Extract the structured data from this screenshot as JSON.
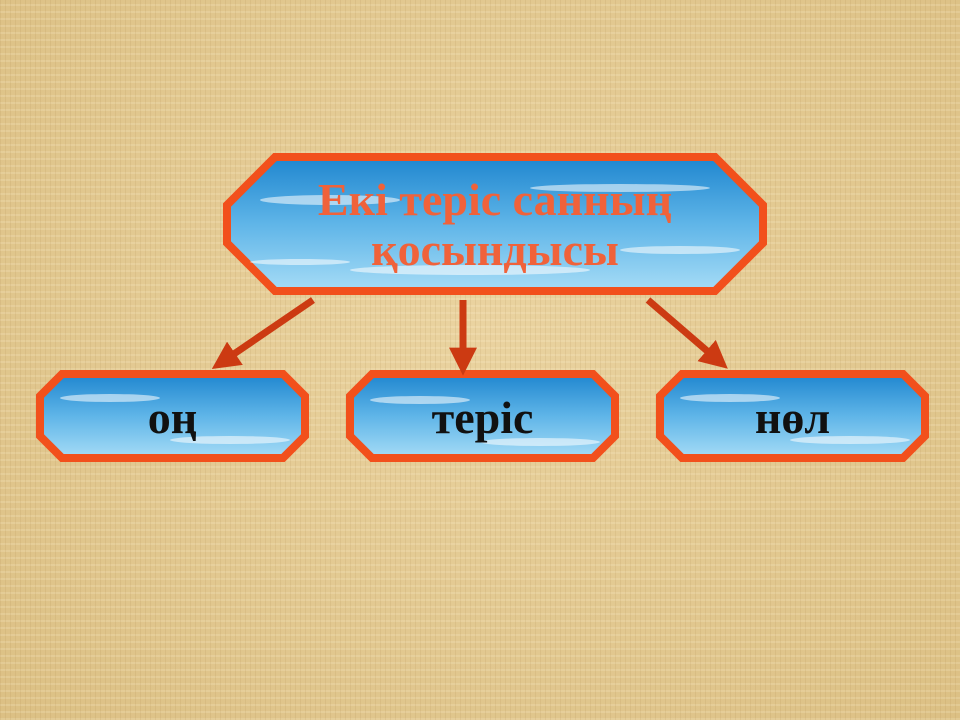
{
  "diagram": {
    "root": {
      "label": "Екі теріс санның қосындысы"
    },
    "children": [
      {
        "label": "оң"
      },
      {
        "label": "теріс"
      },
      {
        "label": "нөл"
      }
    ]
  },
  "colors": {
    "border": "#f2501c",
    "arrow": "#cc3a12",
    "root_text": "#f0623a",
    "child_text": "#111111",
    "sky_top": "#1f86cf",
    "sky_bottom": "#8fd0f2",
    "background": "#e3c98e"
  }
}
